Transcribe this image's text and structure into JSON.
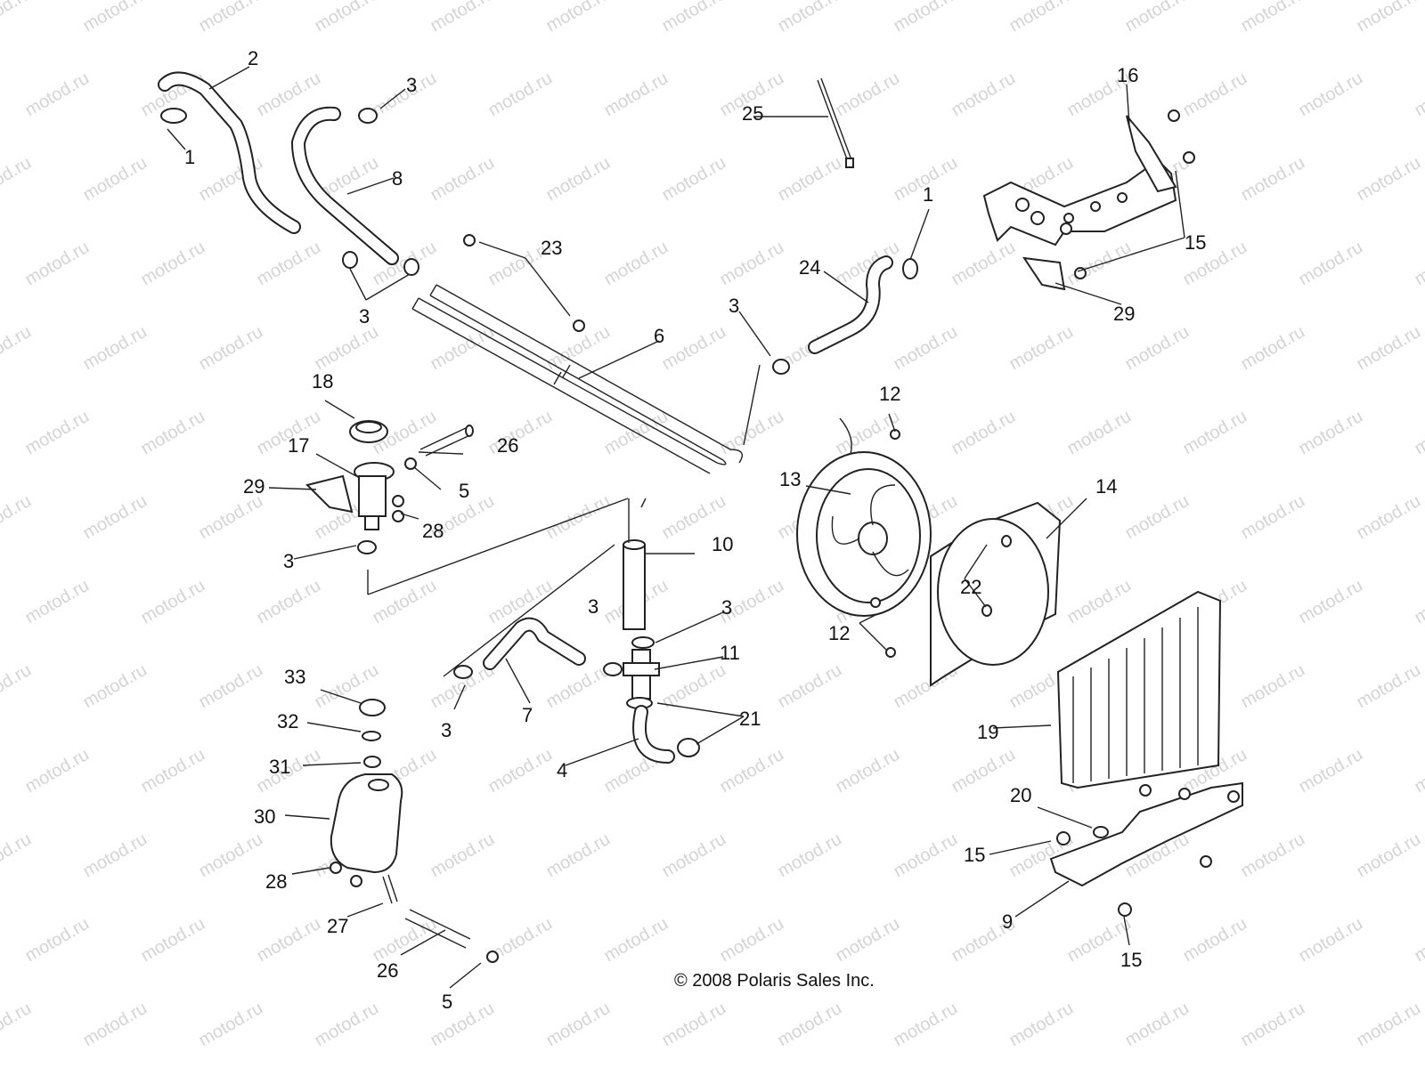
{
  "watermark": "motod.ru",
  "copyright": "© 2008 Polaris Sales Inc.",
  "callouts": {
    "c1a": "1",
    "c2": "2",
    "c3a": "3",
    "c8": "8",
    "c3b": "3",
    "c23": "23",
    "c25": "25",
    "c16": "16",
    "c15a": "15",
    "c1b": "1",
    "c24": "24",
    "c29a": "29",
    "c3c": "3",
    "c6": "6",
    "c18": "18",
    "c17": "17",
    "c26a": "26",
    "c29b": "29",
    "c5a": "5",
    "c28a": "28",
    "c3d": "3",
    "c12a": "12",
    "c13": "13",
    "c14": "14",
    "c10": "10",
    "c22": "22",
    "c12b": "12",
    "c3e": "3",
    "c3f": "3",
    "c11": "11",
    "c33": "33",
    "c32": "32",
    "c31": "31",
    "c3g": "3",
    "c7": "7",
    "c21": "21",
    "c4": "4",
    "c19": "19",
    "c30": "30",
    "c20": "20",
    "c15b": "15",
    "c28b": "28",
    "c27": "27",
    "c9": "9",
    "c26b": "26",
    "c15c": "15",
    "c5b": "5"
  }
}
